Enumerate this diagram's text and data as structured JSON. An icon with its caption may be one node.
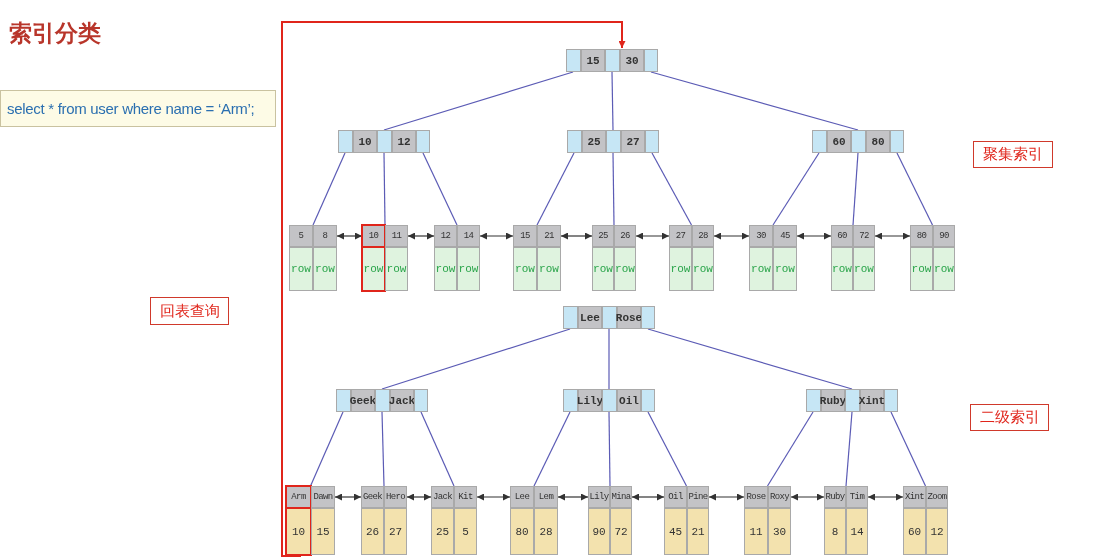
{
  "diagram": {
    "title": "索引分类",
    "nodes": [
      {
        "text": [
          "select * from user where name = ‘Arm’;"
        ]
      },
      {
        "text": [
          "15",
          "30"
        ]
      },
      {
        "text": [
          "10",
          "12"
        ]
      },
      {
        "text": [
          "25",
          "27"
        ]
      },
      {
        "text": [
          "60",
          "80"
        ]
      },
      {
        "text": [
          "聚集索引"
        ]
      },
      {
        "text": [
          "5",
          "8",
          "row",
          "row"
        ]
      },
      {
        "text": [
          "10",
          "11",
          "row",
          "row"
        ]
      },
      {
        "text": [
          "12",
          "14",
          "row",
          "row"
        ]
      },
      {
        "text": [
          "15",
          "21",
          "row",
          "row"
        ]
      },
      {
        "text": [
          "25",
          "26",
          "row",
          "row"
        ]
      },
      {
        "text": [
          "27",
          "28",
          "row",
          "row"
        ]
      },
      {
        "text": [
          "30",
          "45",
          "row",
          "row"
        ]
      },
      {
        "text": [
          "60",
          "72",
          "row",
          "row"
        ]
      },
      {
        "text": [
          "80",
          "90",
          "row",
          "row"
        ]
      },
      {
        "text": [
          "回表查询"
        ]
      },
      {
        "text": [
          "Lee",
          "Rose"
        ]
      },
      {
        "text": [
          "Geek",
          "Jack"
        ]
      },
      {
        "text": [
          "Lily",
          "Oil"
        ]
      },
      {
        "text": [
          "Ruby",
          "Xint"
        ]
      },
      {
        "text": [
          "二级索引"
        ]
      },
      {
        "text": [
          "Arm",
          "Dawn",
          "10",
          "15"
        ]
      },
      {
        "text": [
          "Geek",
          "Hero",
          "26",
          "27"
        ]
      },
      {
        "text": [
          "Jack",
          "Kit",
          "25",
          "5"
        ]
      },
      {
        "text": [
          "Lee",
          "Lem",
          "80",
          "28"
        ]
      },
      {
        "text": [
          "Lily",
          "Mina",
          "90",
          "72"
        ]
      },
      {
        "text": [
          "Oil",
          "Pine",
          "45",
          "21"
        ]
      },
      {
        "text": [
          "Rose",
          "Roxy",
          "11",
          "30"
        ]
      },
      {
        "text": [
          "Ruby",
          "Tim",
          "8",
          "14"
        ]
      },
      {
        "text": [
          "Xint",
          "Zoom",
          "60",
          "12"
        ]
      }
    ],
    "edges": [
      {
        "from": 1,
        "to": 2,
        "arrow": "none"
      },
      {
        "from": 1,
        "to": 3,
        "arrow": "none"
      },
      {
        "from": 1,
        "to": 4,
        "arrow": "none"
      },
      {
        "from": 2,
        "to": 6,
        "arrow": "none"
      },
      {
        "from": 2,
        "to": 7,
        "arrow": "none"
      },
      {
        "from": 2,
        "to": 8,
        "arrow": "none"
      },
      {
        "from": 3,
        "to": 9,
        "arrow": "none"
      },
      {
        "from": 3,
        "to": 10,
        "arrow": "none"
      },
      {
        "from": 3,
        "to": 11,
        "arrow": "none"
      },
      {
        "from": 4,
        "to": 12,
        "arrow": "none"
      },
      {
        "from": 4,
        "to": 13,
        "arrow": "none"
      },
      {
        "from": 4,
        "to": 14,
        "arrow": "none"
      },
      {
        "from": 6,
        "to": 7,
        "arrow": "both",
        "color": "#333333"
      },
      {
        "from": 7,
        "to": 8,
        "arrow": "both",
        "color": "#333333"
      },
      {
        "from": 8,
        "to": 9,
        "arrow": "both",
        "color": "#333333"
      },
      {
        "from": 9,
        "to": 10,
        "arrow": "both",
        "color": "#333333"
      },
      {
        "from": 10,
        "to": 11,
        "arrow": "both",
        "color": "#333333"
      },
      {
        "from": 11,
        "to": 12,
        "arrow": "both",
        "color": "#333333"
      },
      {
        "from": 12,
        "to": 13,
        "arrow": "both",
        "color": "#333333"
      },
      {
        "from": 13,
        "to": 14,
        "arrow": "both",
        "color": "#333333"
      },
      {
        "from": 16,
        "to": 17,
        "arrow": "none"
      },
      {
        "from": 16,
        "to": 18,
        "arrow": "none"
      },
      {
        "from": 16,
        "to": 19,
        "arrow": "none"
      },
      {
        "from": 17,
        "to": 21,
        "arrow": "none"
      },
      {
        "from": 17,
        "to": 22,
        "arrow": "none"
      },
      {
        "from": 17,
        "to": 23,
        "arrow": "none"
      },
      {
        "from": 18,
        "to": 24,
        "arrow": "none"
      },
      {
        "from": 18,
        "to": 25,
        "arrow": "none"
      },
      {
        "from": 18,
        "to": 26,
        "arrow": "none"
      },
      {
        "from": 19,
        "to": 27,
        "arrow": "none"
      },
      {
        "from": 19,
        "to": 28,
        "arrow": "none"
      },
      {
        "from": 19,
        "to": 29,
        "arrow": "none"
      },
      {
        "from": 21,
        "to": 22,
        "arrow": "both",
        "color": "#333333"
      },
      {
        "from": 22,
        "to": 23,
        "arrow": "both",
        "color": "#333333"
      },
      {
        "from": 23,
        "to": 24,
        "arrow": "both",
        "color": "#333333"
      },
      {
        "from": 24,
        "to": 25,
        "arrow": "both",
        "color": "#333333"
      },
      {
        "from": 25,
        "to": 26,
        "arrow": "both",
        "color": "#333333"
      },
      {
        "from": 26,
        "to": 27,
        "arrow": "both",
        "color": "#333333"
      },
      {
        "from": 27,
        "to": 28,
        "arrow": "both",
        "color": "#333333"
      },
      {
        "from": 28,
        "to": 29,
        "arrow": "both",
        "color": "#333333"
      },
      {
        "from": 21,
        "to": 1,
        "arrow": "to",
        "color": "#e0251b"
      }
    ]
  }
}
